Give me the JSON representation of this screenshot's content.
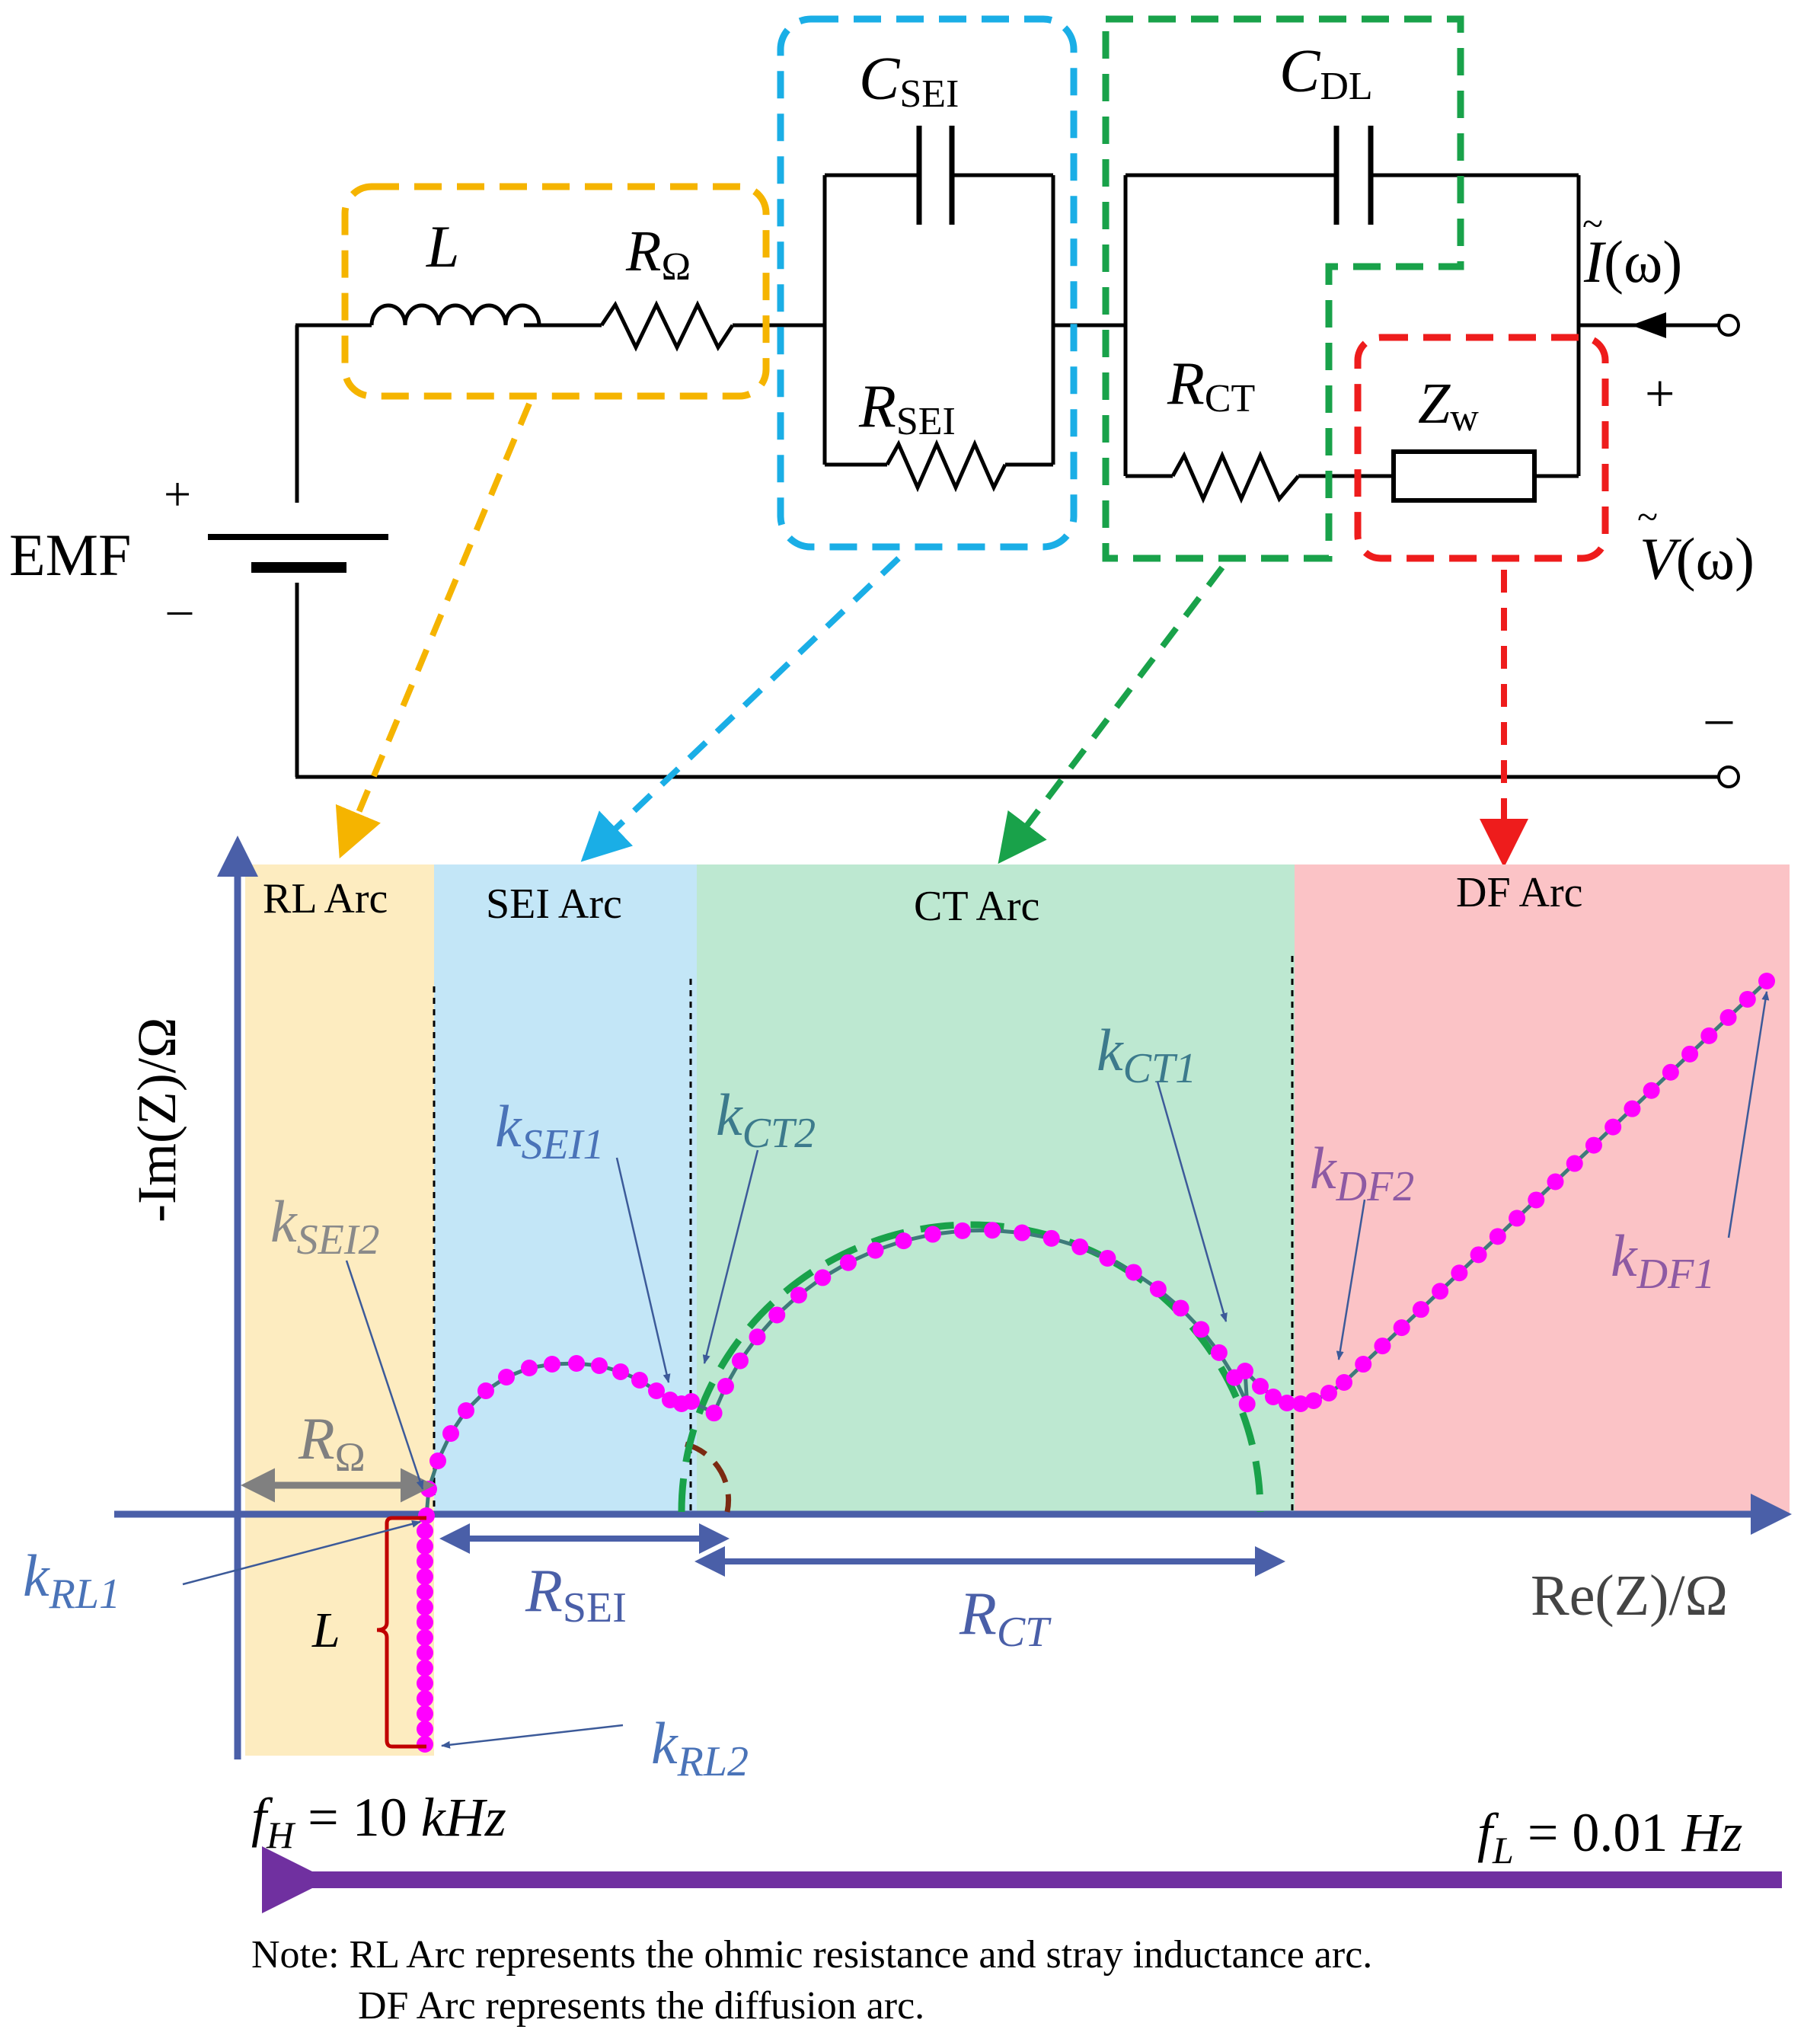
{
  "circuit": {
    "emf_label": "EMF",
    "emf_plus": "+",
    "emf_minus": "–",
    "inductor_label": "L",
    "r_ohm": {
      "main": "R",
      "sub": "Ω"
    },
    "c_sei": {
      "main": "C",
      "sub": "SEI"
    },
    "r_sei": {
      "main": "R",
      "sub": "SEI"
    },
    "c_dl": {
      "main": "C",
      "sub": "DL"
    },
    "r_ct": {
      "main": "R",
      "sub": "CT"
    },
    "z_w": {
      "main": "Z",
      "sub": "w"
    },
    "current": {
      "main": "I",
      "tail": "(ω)"
    },
    "voltage": {
      "main": "V",
      "tail": "(ω)"
    },
    "terminal_plus": "+",
    "terminal_minus": "–"
  },
  "plot": {
    "y_axis_label": "-Im(Z)/Ω",
    "x_axis_label": "Re(Z)/Ω",
    "regions": [
      {
        "label": "RL Arc",
        "color": "#fdecc0"
      },
      {
        "label": "SEI Arc",
        "color": "#c3e6f7"
      },
      {
        "label": "CT Arc",
        "color": "#bde8d1"
      },
      {
        "label": "DF Arc",
        "color": "#fbc3c6"
      }
    ],
    "dimension_labels": {
      "r_ohm": {
        "main": "R",
        "sub": "Ω"
      },
      "r_sei": {
        "main": "R",
        "sub": "SEI"
      },
      "r_ct": {
        "main": "R",
        "sub": "CT"
      },
      "l": "L"
    },
    "k_labels": [
      {
        "main": "k",
        "sub": "SEI2",
        "color": "#8a8a8a"
      },
      {
        "main": "k",
        "sub": "SEI1",
        "color": "#4a73b8"
      },
      {
        "main": "k",
        "sub": "CT2",
        "color": "#3c7a8c"
      },
      {
        "main": "k",
        "sub": "CT1",
        "color": "#3c7a8c"
      },
      {
        "main": "k",
        "sub": "DF2",
        "color": "#8e5aa3"
      },
      {
        "main": "k",
        "sub": "DF1",
        "color": "#8e5aa3"
      },
      {
        "main": "k",
        "sub": "RL1",
        "color": "#4a73b8"
      },
      {
        "main": "k",
        "sub": "RL2",
        "color": "#4a73b8"
      }
    ],
    "f_high": {
      "f": "f",
      "sub": "H",
      "rest": " = 10 ",
      "unit": "kHz"
    },
    "f_low": {
      "f": "f",
      "sub": "L",
      "rest": " = 0.01 ",
      "unit": "Hz"
    }
  },
  "note": {
    "line1": "Note: RL Arc represents the ohmic resistance and stray inductance arc.",
    "line2": "DF Arc represents the diffusion arc."
  },
  "colors": {
    "axis": "#4a5fa8",
    "marker": "#ff00ff",
    "fit_line": "#3e7a7a",
    "arrow_purple": "#7030a0",
    "brace_red": "#c00000",
    "box_yellow": "#f5b400",
    "box_blue": "#1aaee6",
    "box_green": "#19a24a",
    "box_red": "#ee1c1c"
  }
}
